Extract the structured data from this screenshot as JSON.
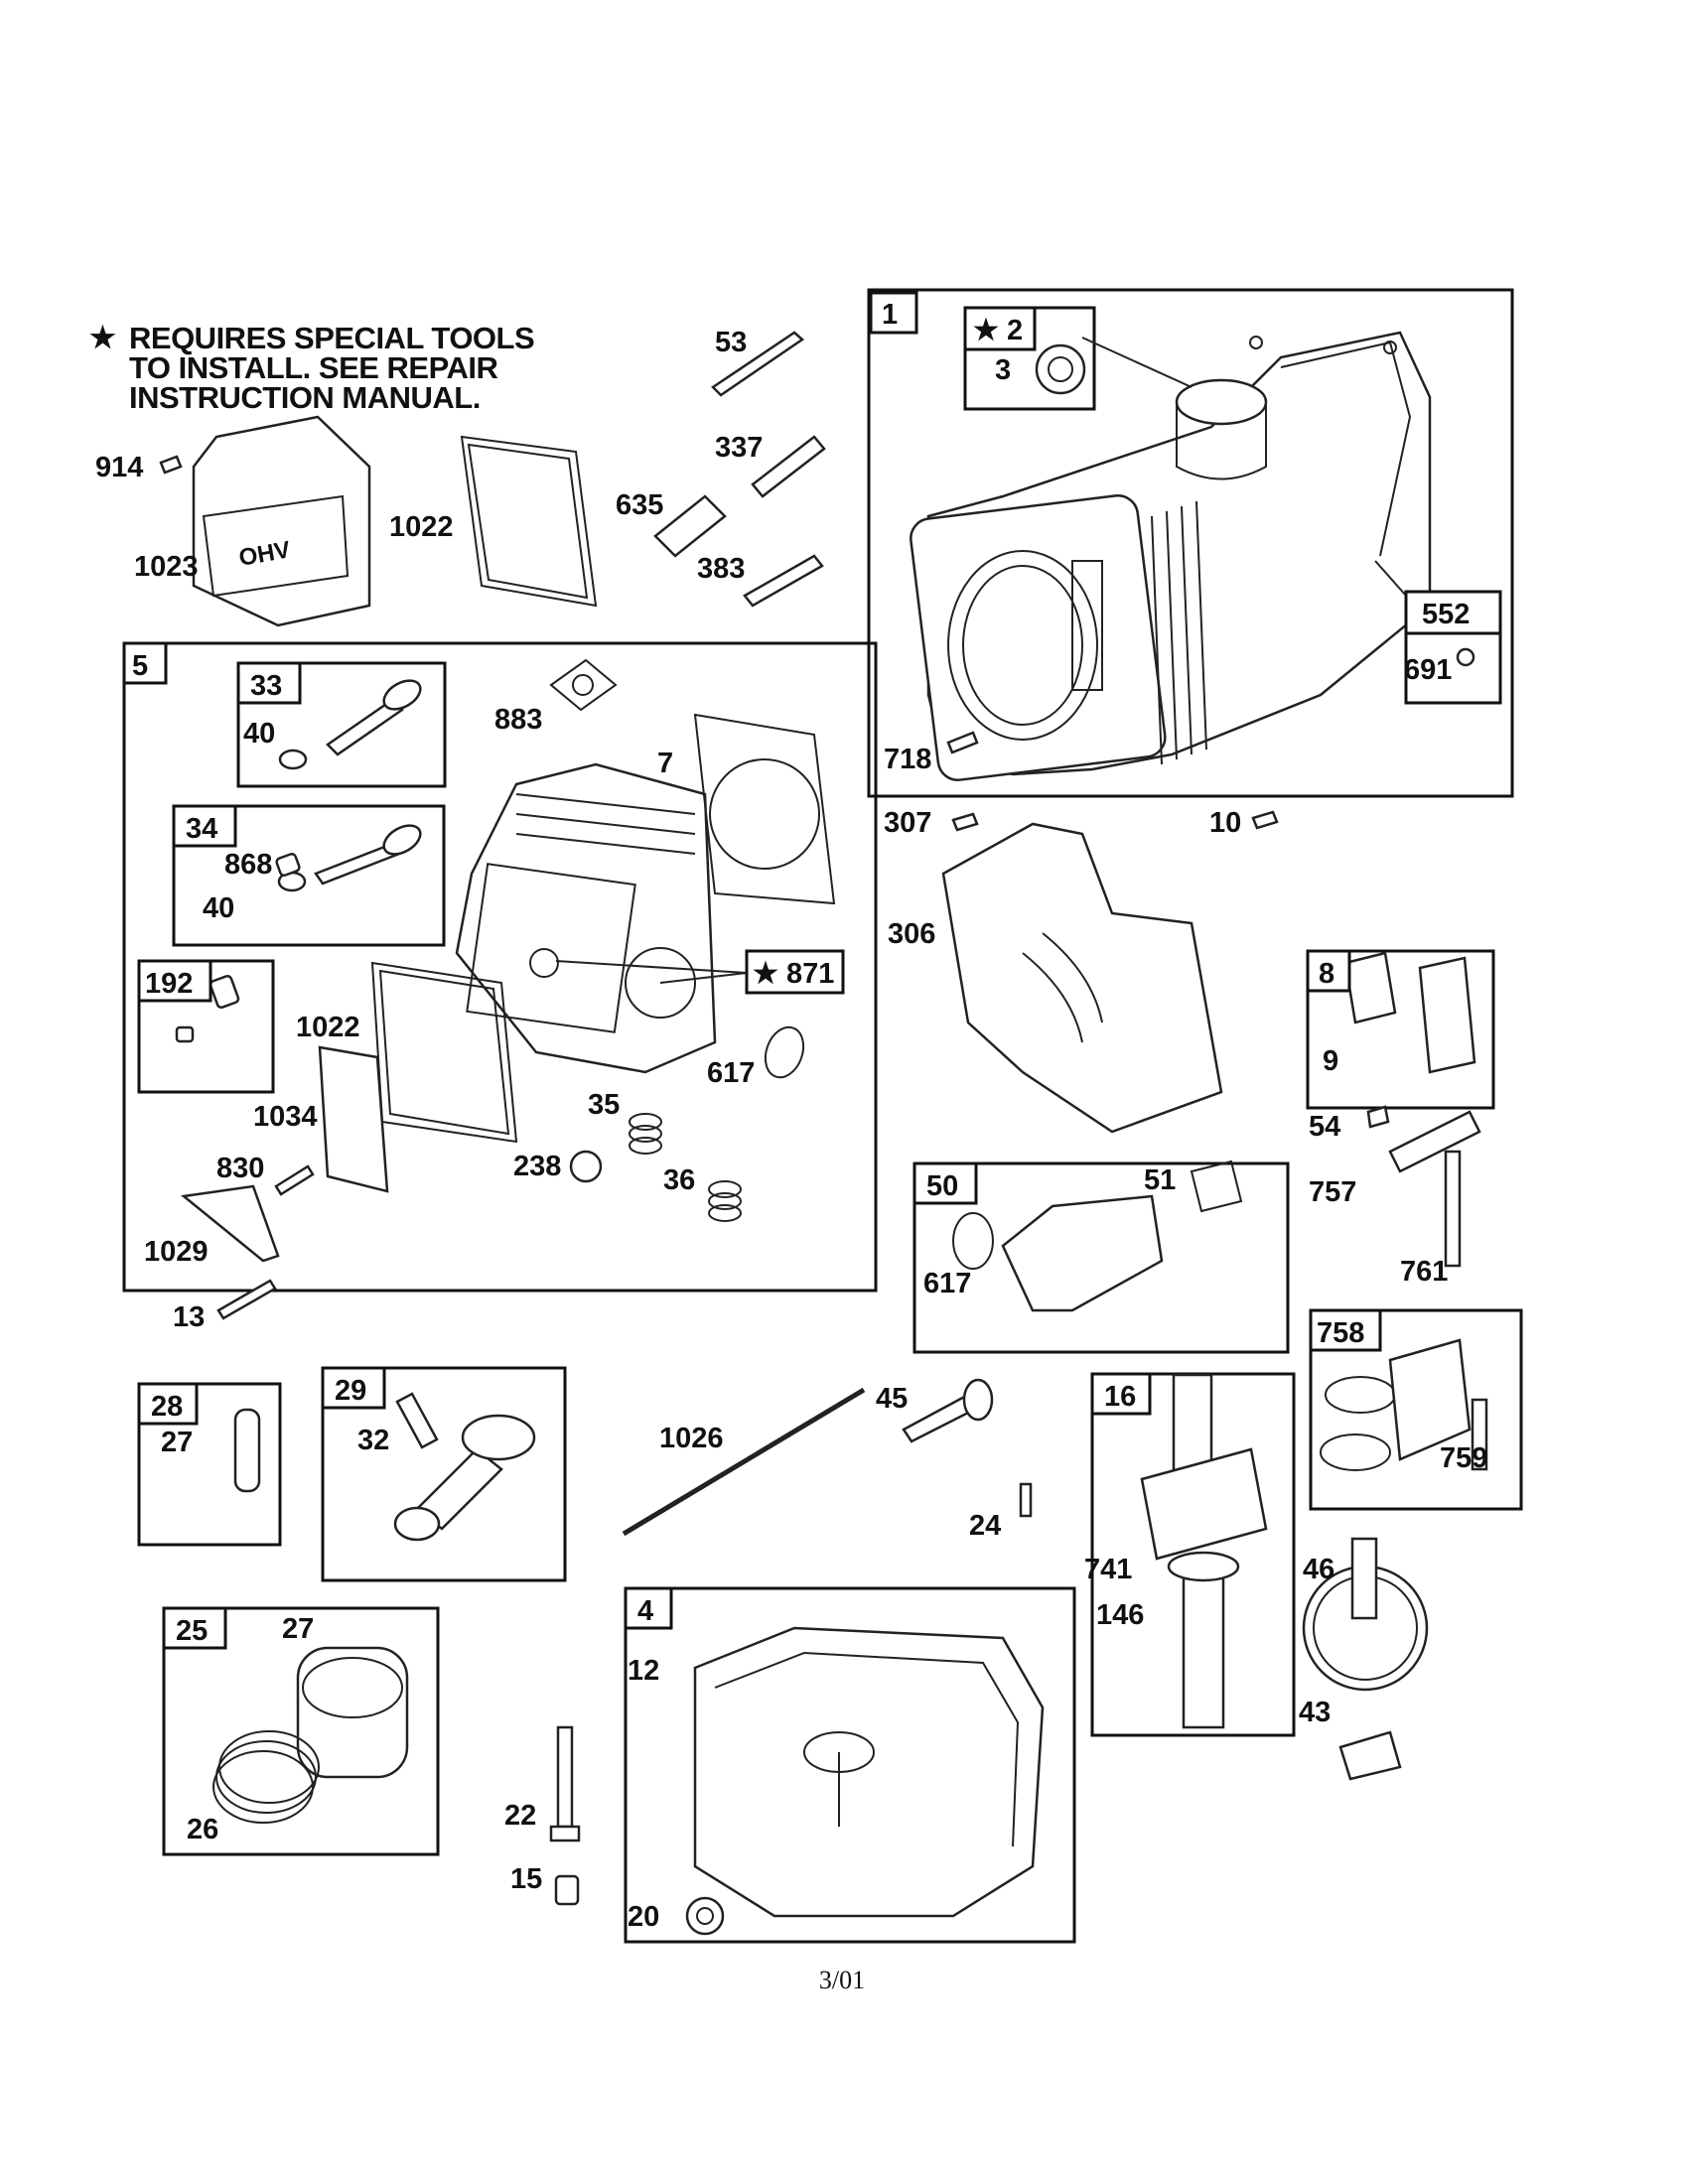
{
  "note": {
    "symbol": "★",
    "lines": [
      "REQUIRES SPECIAL TOOLS",
      "TO INSTALL.  SEE REPAIR",
      "INSTRUCTION MANUAL."
    ]
  },
  "footer": "3/01",
  "boxes": {
    "b1": "1",
    "b2": "★ 2",
    "b5": "5",
    "b33": "33",
    "b34": "34",
    "b192": "192",
    "b552": "552",
    "b8": "8",
    "b871": "★ 871",
    "b50": "50",
    "b758": "758",
    "b28": "28",
    "b29": "29",
    "b16": "16",
    "b25": "25",
    "b4": "4"
  },
  "labels": {
    "l53": "53",
    "l914": "914",
    "l1023": "1023",
    "l1022a": "1022",
    "l337": "337",
    "l635": "635",
    "l383": "383",
    "l3": "3",
    "l691": "691",
    "l718": "718",
    "l883": "883",
    "l7": "7",
    "l40a": "40",
    "l868": "868",
    "l40b": "40",
    "l1022b": "1022",
    "l617a": "617",
    "l1034": "1034",
    "l35": "35",
    "l238": "238",
    "l830": "830",
    "l36": "36",
    "l1029": "1029",
    "l307": "307",
    "l10": "10",
    "l306": "306",
    "l9": "9",
    "l54": "54",
    "l757": "757",
    "l761": "761",
    "l51": "51",
    "l617b": "617",
    "l13": "13",
    "l27a": "27",
    "l32": "32",
    "l1026": "1026",
    "l45": "45",
    "l24": "24",
    "l759": "759",
    "l741": "741",
    "l146": "146",
    "l46": "46",
    "l43": "43",
    "l27b": "27",
    "l26": "26",
    "l12": "12",
    "l22": "22",
    "l15": "15",
    "l20": "20"
  }
}
